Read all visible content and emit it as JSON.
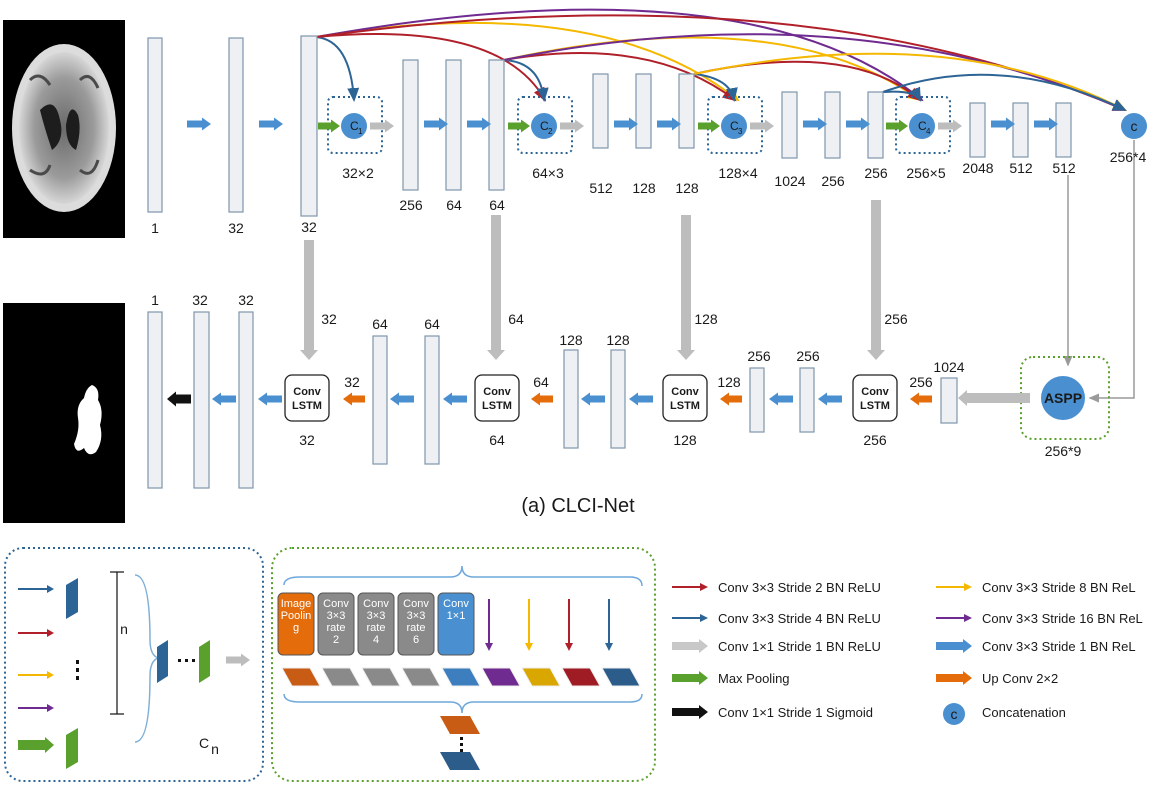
{
  "title": "(a) CLCI-Net",
  "colors": {
    "red": "#b0202a",
    "blue_dark": "#2c6496",
    "yellow": "#f5b800",
    "purple": "#6f2b8f",
    "gray": "#c8c8c8",
    "green": "#5aa02c",
    "blue": "#4a90d0",
    "orange": "#e46c0a",
    "black": "#111111"
  },
  "images": {
    "brain": "brain-mri-slice",
    "mask": "lesion-mask"
  },
  "encoder": {
    "labels": [
      "1",
      "32",
      "32",
      "256",
      "64",
      "64",
      "512",
      "128",
      "128",
      "1024",
      "256",
      "256",
      "2048",
      "512",
      "512"
    ],
    "c_nodes": [
      "C1",
      "C2",
      "C3",
      "C4"
    ],
    "c_sub": [
      "1",
      "2",
      "3",
      "4"
    ],
    "c_labels": [
      "32×2",
      "64×3",
      "128×4",
      "256×5"
    ],
    "final_c": "c",
    "final_c_label": "256*4"
  },
  "skips": [
    "32",
    "64",
    "128",
    "256"
  ],
  "aspp": {
    "label": "ASPP",
    "size": "256*9"
  },
  "decoder": {
    "top_labels": [
      "1",
      "32",
      "32",
      "64",
      "64",
      "128",
      "128",
      "256",
      "256",
      "1024"
    ],
    "convlstm": {
      "line1": "Conv",
      "line2": "LSTM"
    },
    "convlstm_labels": [
      "32",
      "64",
      "128",
      "256"
    ],
    "up_labels": [
      "32",
      "64",
      "128",
      "256"
    ]
  },
  "cn_panel": {
    "n": "n",
    "cn_main": "C",
    "cn_sub": "n"
  },
  "aspp_panel": {
    "boxes": [
      [
        "Image",
        "Poolin",
        "g"
      ],
      [
        "Conv",
        "3×3",
        "rate",
        "2"
      ],
      [
        "Conv",
        "3×3",
        "rate",
        "4"
      ],
      [
        "Conv",
        "3×3",
        "rate",
        "6"
      ],
      [
        "Conv",
        "1×1"
      ]
    ]
  },
  "legend": [
    {
      "text": "Conv 3×3 Stride  2  BN ReLU",
      "color": "red"
    },
    {
      "text": "Conv 3×3 Stride  4  BN ReLU",
      "color": "blue_dark"
    },
    {
      "text": "Conv 1×1 Stride  1  BN ReLU",
      "color": "gray"
    },
    {
      "text": "Max Pooling",
      "color": "green"
    },
    {
      "text": "Conv 1×1 Stride  1  Sigmoid",
      "color": "black"
    },
    {
      "text": "Conv 3×3 Stride  8  BN ReL",
      "color": "yellow"
    },
    {
      "text": "Conv 3×3 Stride 16 BN ReL",
      "color": "purple"
    },
    {
      "text": "Conv 3×3 Stride  1  BN ReL",
      "color": "blue"
    },
    {
      "text": "Up  Conv 2×2",
      "color": "orange"
    },
    {
      "text": "Concatenation",
      "color": "blue",
      "icon": "c"
    }
  ]
}
